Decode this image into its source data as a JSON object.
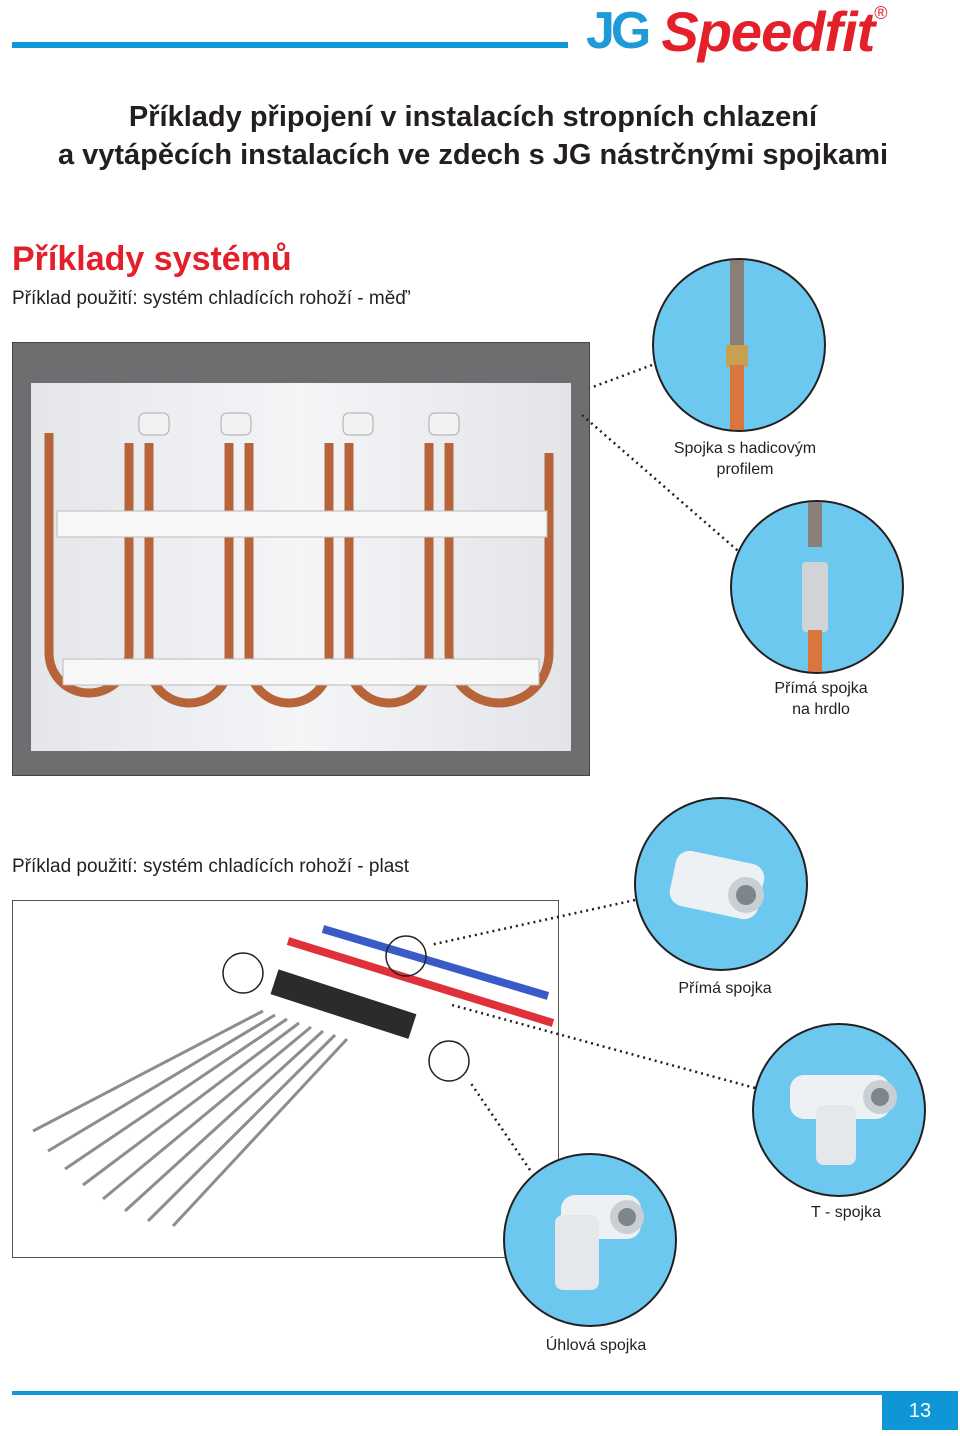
{
  "brand": {
    "logo_mark": "JG",
    "logo_name": "Speedfit",
    "registered": "®",
    "accent_blue": "#0f96d6",
    "accent_red": "#e3202a"
  },
  "title": {
    "line1": "Příklady připojení v instalacích stropních chlazení",
    "line2": "a vytápěcích instalacích ve zdech s JG nástrčnými spojkami"
  },
  "section": {
    "heading": "Příklady systémů"
  },
  "example1": {
    "caption": "Příklad použití: systém chladících rohoží - měď’",
    "callouts": [
      {
        "label_line1": "Spojka s hadicovým",
        "label_line2": "profilem"
      },
      {
        "label_line1": "Přímá spojka",
        "label_line2": "na hrdlo"
      }
    ]
  },
  "example2": {
    "caption": "Příklad použití: systém chladících rohoží - plast",
    "callouts": [
      {
        "label": "Přímá spojka"
      },
      {
        "label": "T - spojka"
      },
      {
        "label": "Úhlová spojka"
      }
    ]
  },
  "footer": {
    "page_number": "13"
  }
}
